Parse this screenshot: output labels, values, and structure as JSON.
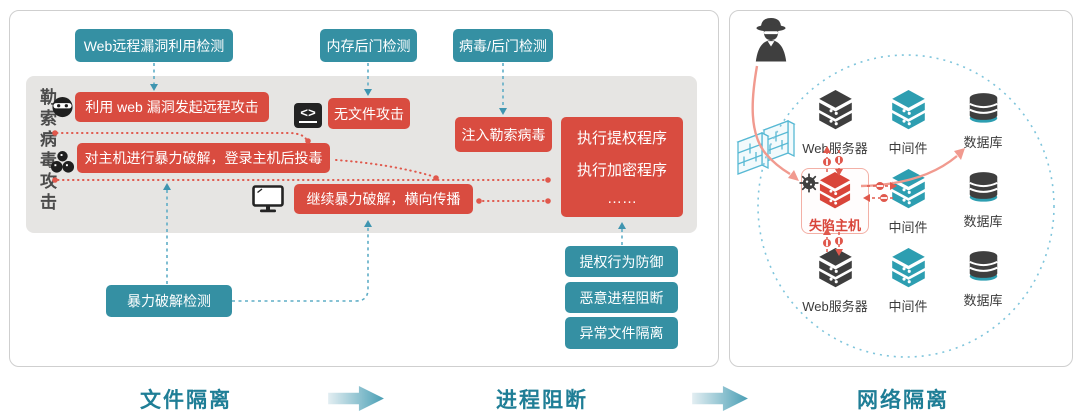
{
  "left_panel": {
    "side_label": "勒索病毒攻击",
    "top_detections": [
      "Web远程漏洞利用检测",
      "内存后门检测",
      "病毒/后门检测"
    ],
    "steps": {
      "web_attack": "利用 web 漏洞发起远程攻击",
      "fileless": "无文件攻击",
      "inject": "注入勒索病毒",
      "brute": "对主机进行暴力破解，登录主机后投毒",
      "lateral": "继续暴力破解，横向传播",
      "exec": [
        "执行提权程序",
        "执行加密程序",
        "……"
      ]
    },
    "bottom_detections": {
      "brute_detect": "暴力破解检测",
      "priv_defense": "提权行为防御",
      "proc_block": "恶意进程阻断",
      "file_quarantine": "异常文件隔离"
    }
  },
  "right_panel": {
    "grid": [
      [
        "Web服务器",
        "中间件",
        "数据库"
      ],
      [
        "失陷主机",
        "中间件",
        "数据库"
      ],
      [
        "Web服务器",
        "中间件",
        "数据库"
      ]
    ]
  },
  "footer": {
    "stages": [
      "文件隔离",
      "进程阻断",
      "网络隔离"
    ]
  },
  "icons": {
    "attacker": "hacker-spy-icon",
    "firewall": "firewall-brick-icon",
    "infection": "virus-icon",
    "step1": "ninja-mask-icon",
    "step2": "bomb-cluster-icon",
    "fileless": "code-block-icon",
    "lateral": "monitor-icon",
    "server": "server-stack-icon",
    "database": "database-icon"
  },
  "colors": {
    "teal_box": "#3590a3",
    "red_box": "#d94c40",
    "gray_zone": "#e6e5e3",
    "dashed_blue": "#5fadc6",
    "dotted_red": "#e0584c",
    "salmon_arrow": "#f19a8f",
    "stage_text": "#1f7e96",
    "dark_icon": "#3e3e3e",
    "teal_icon": "#2d9eb1"
  }
}
